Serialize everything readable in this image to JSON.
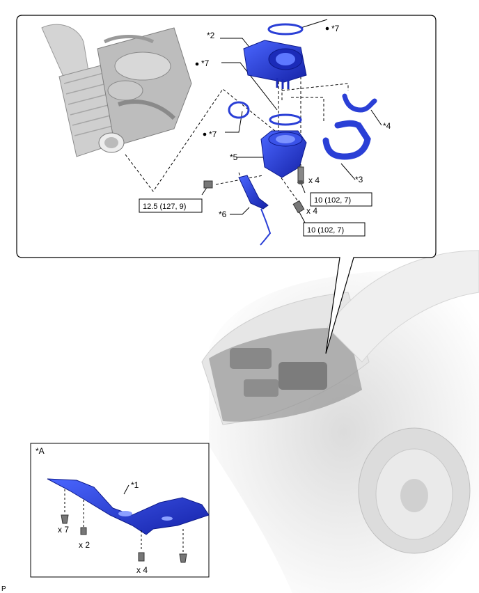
{
  "callouts": {
    "c1": "*1",
    "c2": "*2",
    "c3": "*3",
    "c4": "*4",
    "c5": "*5",
    "c6": "*6",
    "c7a": "*7",
    "c7b": "*7",
    "c7c": "*7",
    "cA": "*A"
  },
  "quantities": {
    "bolts_upper": "x 4",
    "bolts_lower": "x 4",
    "clips_a": "x 7",
    "screws_a": "x 2",
    "bolts_a": "x 4"
  },
  "torque": {
    "t1": "12.5 (127, 9)",
    "t2": "10 (102, 7)",
    "t3": "10 (102, 7)"
  },
  "footer_code": "P",
  "colors": {
    "part_blue": "#2a3fd6",
    "part_dark": "#0d1a8a",
    "engine_gray": "#c9c9c9",
    "line": "#000000"
  }
}
